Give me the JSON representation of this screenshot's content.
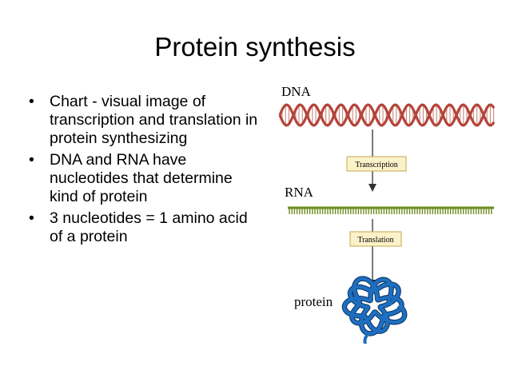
{
  "slide": {
    "title": "Protein synthesis",
    "bullets": [
      {
        "text": "Chart - visual image of transcription and translation in protein synthesizing"
      },
      {
        "text": "DNA and RNA have nucleotides that determine kind of protein"
      },
      {
        "text": "3 nucleotides = 1 amino acid of a protein"
      }
    ],
    "bullet_glyph": "•"
  },
  "figure": {
    "dna_label": "DNA",
    "rna_label": "RNA",
    "protein_label": "protein",
    "step1_label": "Transcription",
    "step2_label": "Translation",
    "colors": {
      "dna_strand": "#b4443a",
      "rna_strand": "#6e8c1e",
      "protein": "#1f6fc0",
      "box_fill": "#fbf2c9",
      "box_border": "#c9a64a"
    }
  }
}
